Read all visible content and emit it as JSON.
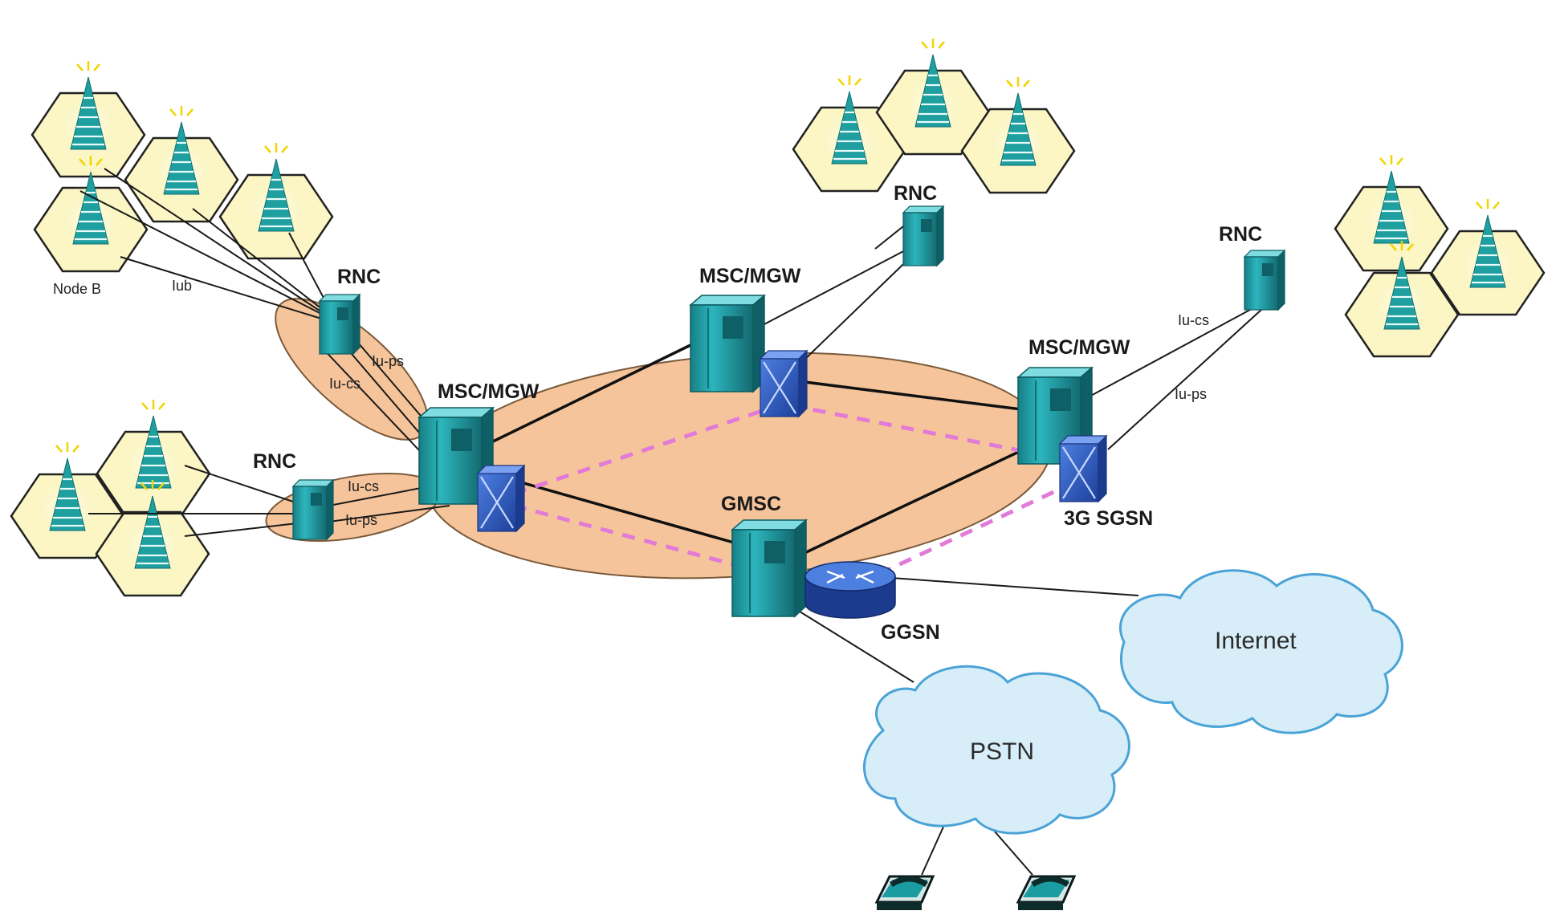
{
  "diagram": {
    "labels": {
      "node_b": "Node B",
      "iub": "Iub",
      "rnc_top_left": "RNC",
      "rnc_left": "RNC",
      "rnc_top": "RNC",
      "rnc_right": "RNC",
      "msc_mgw_left": "MSC/MGW",
      "msc_mgw_top": "MSC/MGW",
      "msc_mgw_right": "MSC/MGW",
      "gmsc": "GMSC",
      "sgsn": "3G SGSN",
      "ggsn": "GGSN",
      "internet": "Internet",
      "pstn": "PSTN",
      "iu_ps_a": "Iu-ps",
      "iu_cs_a": "Iu-cs",
      "iu_cs_b": "Iu-cs",
      "iu_ps_b": "Iu-ps",
      "iu_cs_c": "Iu-cs",
      "iu_ps_c": "Iu-ps"
    },
    "colors": {
      "core_ring": "#f6c49a",
      "cell": "#fbf6c4",
      "tower": "#1f9fa0",
      "server": "#2aa8b0",
      "switch": "#2f62c9",
      "packet_path": "#e27ad8",
      "cloud": "#d7eef9"
    },
    "icons": [
      "cell-tower-icon",
      "server-icon",
      "switch-icon",
      "router-icon",
      "cloud-icon",
      "telephone-icon"
    ]
  }
}
